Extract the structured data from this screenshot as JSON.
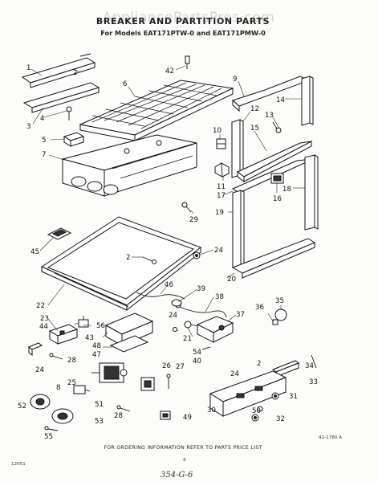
{
  "watermark": "AppliancePartsPros.com",
  "header": {
    "title": "BREAKER AND PARTITION PARTS",
    "subtitle": "For Models EAT171PTW-0 and EAT171PMW-0"
  },
  "callouts": [
    {
      "id": "c1",
      "label": "1"
    },
    {
      "id": "c2a",
      "label": "2"
    },
    {
      "id": "c3",
      "label": "3"
    },
    {
      "id": "c4",
      "label": "4"
    },
    {
      "id": "c5",
      "label": "5"
    },
    {
      "id": "c6",
      "label": "6"
    },
    {
      "id": "c7",
      "label": "7"
    },
    {
      "id": "c42",
      "label": "42"
    },
    {
      "id": "c9",
      "label": "9"
    },
    {
      "id": "c14",
      "label": "14"
    },
    {
      "id": "c12",
      "label": "12"
    },
    {
      "id": "c13",
      "label": "13"
    },
    {
      "id": "c10",
      "label": "10"
    },
    {
      "id": "c15",
      "label": "15"
    },
    {
      "id": "c11",
      "label": "11"
    },
    {
      "id": "c17",
      "label": "17"
    },
    {
      "id": "c16",
      "label": "16"
    },
    {
      "id": "c18",
      "label": "18"
    },
    {
      "id": "c19",
      "label": "19"
    },
    {
      "id": "c29",
      "label": "29"
    },
    {
      "id": "c45",
      "label": "45"
    },
    {
      "id": "c2b",
      "label": "2"
    },
    {
      "id": "c24a",
      "label": "24"
    },
    {
      "id": "c20",
      "label": "20"
    },
    {
      "id": "c46",
      "label": "46"
    },
    {
      "id": "c22",
      "label": "22"
    },
    {
      "id": "c39",
      "label": "39"
    },
    {
      "id": "c38",
      "label": "38"
    },
    {
      "id": "c35",
      "label": "35"
    },
    {
      "id": "c36",
      "label": "36"
    },
    {
      "id": "c37",
      "label": "37"
    },
    {
      "id": "c23",
      "label": "23"
    },
    {
      "id": "c56",
      "label": "56"
    },
    {
      "id": "c24b",
      "label": "24"
    },
    {
      "id": "c44",
      "label": "44"
    },
    {
      "id": "c43",
      "label": "43"
    },
    {
      "id": "c48",
      "label": "48"
    },
    {
      "id": "c47",
      "label": "47"
    },
    {
      "id": "c21",
      "label": "21"
    },
    {
      "id": "c54",
      "label": "54"
    },
    {
      "id": "c40",
      "label": "40"
    },
    {
      "id": "c28a",
      "label": "28"
    },
    {
      "id": "c24c",
      "label": "24"
    },
    {
      "id": "c25",
      "label": "25"
    },
    {
      "id": "c26",
      "label": "26"
    },
    {
      "id": "c27",
      "label": "27"
    },
    {
      "id": "c2c",
      "label": "2"
    },
    {
      "id": "c24d",
      "label": "24"
    },
    {
      "id": "c34",
      "label": "34"
    },
    {
      "id": "c33",
      "label": "33"
    },
    {
      "id": "c8",
      "label": "8"
    },
    {
      "id": "c52",
      "label": "52"
    },
    {
      "id": "c51",
      "label": "51"
    },
    {
      "id": "c31",
      "label": "31"
    },
    {
      "id": "c50",
      "label": "50"
    },
    {
      "id": "c28b",
      "label": "28"
    },
    {
      "id": "c30",
      "label": "30"
    },
    {
      "id": "c53",
      "label": "53"
    },
    {
      "id": "c49",
      "label": "49"
    },
    {
      "id": "c32",
      "label": "32"
    },
    {
      "id": "c55",
      "label": "55"
    }
  ],
  "footer": {
    "note": "FOR ORDERING INFORMATION REFER TO PARTS PRICE LIST",
    "figure_code": "41-1780 A",
    "page_number": "6",
    "doc_code": "12051",
    "handwritten": "354-G-6"
  }
}
